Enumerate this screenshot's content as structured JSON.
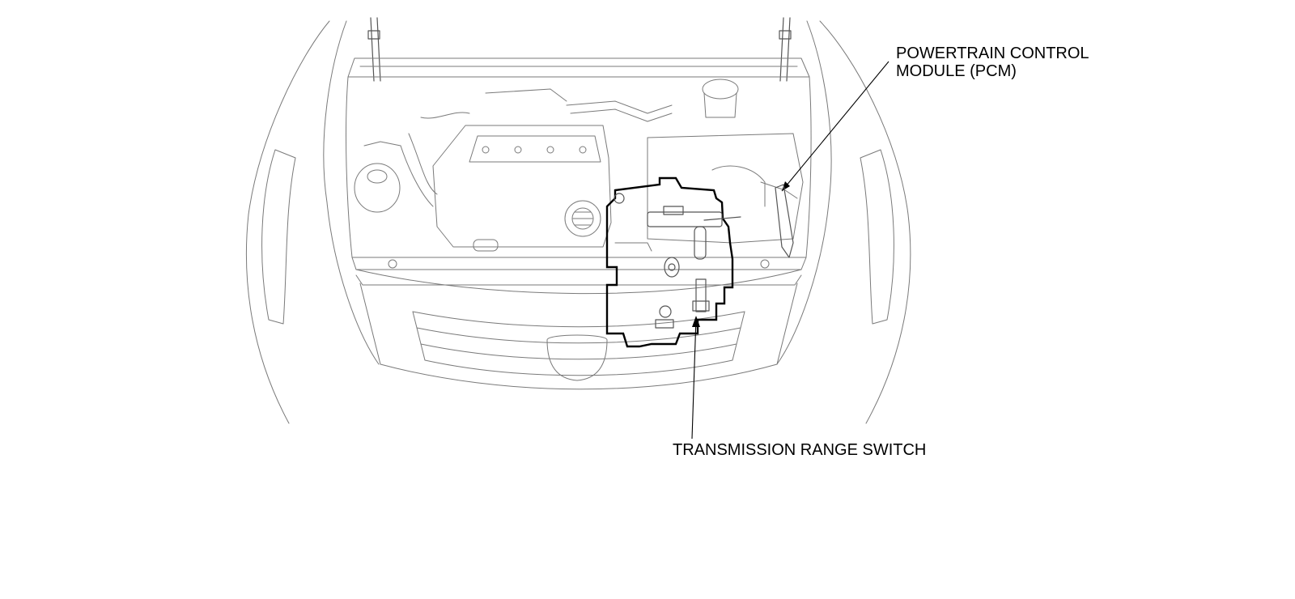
{
  "diagram": {
    "callouts": {
      "pcm_line1": "POWERTRAIN CONTROL",
      "pcm_line2": "MODULE (PCM)",
      "trs": "TRANSMISSION RANGE SWITCH"
    }
  }
}
